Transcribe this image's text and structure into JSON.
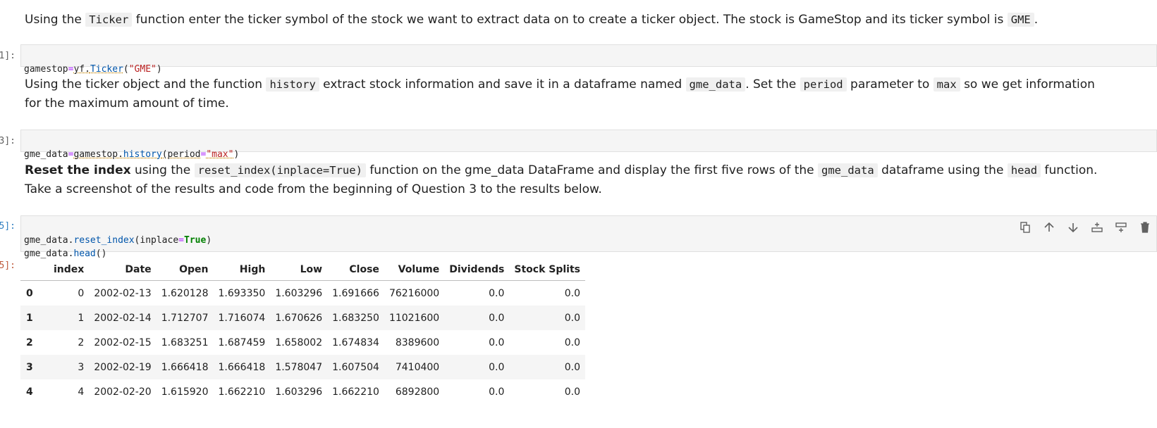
{
  "md1": {
    "t1": "Using the ",
    "c1": "Ticker",
    "t2": " function enter the ticker symbol of the stock we want to extract data on to create a ticker object. The stock is GameStop and its ticker symbol is ",
    "c2": "GME",
    "t3": "."
  },
  "cell1": {
    "prompt": "1]:",
    "v": "gamestop",
    "eq": "=",
    "obj": "yf.",
    "fn": "Ticker",
    "open": "(",
    "arg": "\"GME\"",
    "close": ")"
  },
  "md2": {
    "t1": "Using the ticker object and the function ",
    "c1": "history",
    "t2": " extract stock information and save it in a dataframe named ",
    "c2": "gme_data",
    "t3": ". Set the ",
    "c3": "period",
    "t4": " parameter to ",
    "c4": "max",
    "t5": " so we get information for the maximum amount of time."
  },
  "cell2": {
    "prompt": "3]:",
    "v": "gme_data",
    "eq": "=",
    "obj": "gamestop.",
    "fn": "history",
    "open": "(period",
    "eq2": "=",
    "arg": "\"max\"",
    "close": ")"
  },
  "md3": {
    "bold": "Reset the index",
    "t1": " using the ",
    "c1": "reset_index(inplace=True)",
    "t2": " function on the gme_data DataFrame and display the first five rows of the ",
    "c2": "gme_data",
    "t3": " dataframe using the ",
    "c3": "head",
    "t4": " function. Take a screenshot of the results and code from the beginning of Question 3 to the results below."
  },
  "cell3": {
    "prompt": "5]:",
    "l1_obj": "gme_data.",
    "l1_fn": "reset_index",
    "l1_open": "(inplace",
    "l1_eq": "=",
    "l1_kw": "True",
    "l1_close": ")",
    "l2_obj": "gme_data.",
    "l2_fn": "head",
    "l2_close": "()"
  },
  "toolbar_icons": [
    "copy-icon",
    "arrow-up-icon",
    "arrow-down-icon",
    "insert-above-icon",
    "insert-below-icon",
    "trash-icon"
  ],
  "output": {
    "prompt": "5]:",
    "columns": [
      "index",
      "Date",
      "Open",
      "High",
      "Low",
      "Close",
      "Volume",
      "Dividends",
      "Stock Splits"
    ],
    "rows": [
      {
        "label": "0",
        "cells": [
          "0",
          "2002-02-13",
          "1.620128",
          "1.693350",
          "1.603296",
          "1.691666",
          "76216000",
          "0.0",
          "0.0"
        ]
      },
      {
        "label": "1",
        "cells": [
          "1",
          "2002-02-14",
          "1.712707",
          "1.716074",
          "1.670626",
          "1.683250",
          "11021600",
          "0.0",
          "0.0"
        ]
      },
      {
        "label": "2",
        "cells": [
          "2",
          "2002-02-15",
          "1.683251",
          "1.687459",
          "1.658002",
          "1.674834",
          "8389600",
          "0.0",
          "0.0"
        ]
      },
      {
        "label": "3",
        "cells": [
          "3",
          "2002-02-19",
          "1.666418",
          "1.666418",
          "1.578047",
          "1.607504",
          "7410400",
          "0.0",
          "0.0"
        ]
      },
      {
        "label": "4",
        "cells": [
          "4",
          "2002-02-20",
          "1.615920",
          "1.662210",
          "1.603296",
          "1.662210",
          "6892800",
          "0.0",
          "0.0"
        ]
      }
    ]
  }
}
